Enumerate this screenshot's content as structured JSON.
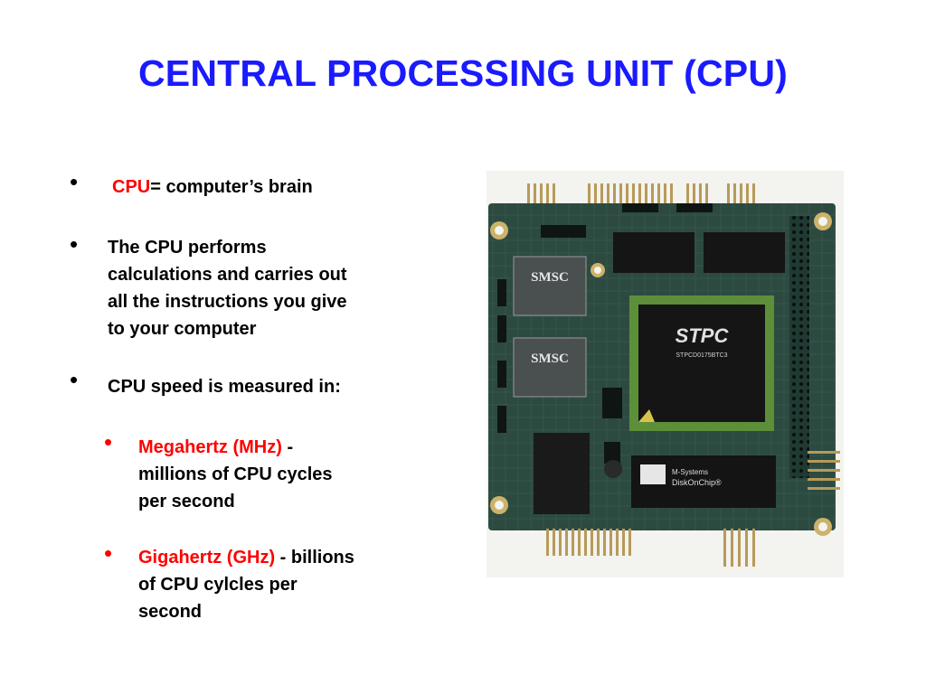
{
  "slide": {
    "title": "CENTRAL PROCESSING UNIT (CPU)",
    "colors": {
      "title": "#1a1aff",
      "accent": "#ff0000",
      "text": "#000000"
    },
    "bullets": [
      {
        "highlight": "CPU",
        "text": "= computer’s brain"
      },
      {
        "lines": [
          "The CPU performs",
          "calculations and carries out",
          "all the instructions you give",
          "to your computer"
        ]
      },
      {
        "text": "CPU speed is measured in:"
      }
    ],
    "sub_bullets": [
      {
        "highlight": "Megahertz (MHz)",
        "rest": " -",
        "lines": [
          "millions of CPU cycles",
          "per second"
        ]
      },
      {
        "highlight": "Gigahertz (GHz)",
        "rest": " - billions",
        "lines": [
          "of CPU cylcles per",
          "second"
        ]
      }
    ]
  },
  "photo": {
    "chip_label": "STPC",
    "chip_sub": "STPCD0175BTC3",
    "smsc_label": "SMSC",
    "disk_brand": "M-Systems",
    "disk_label": "DiskOnChip®"
  }
}
